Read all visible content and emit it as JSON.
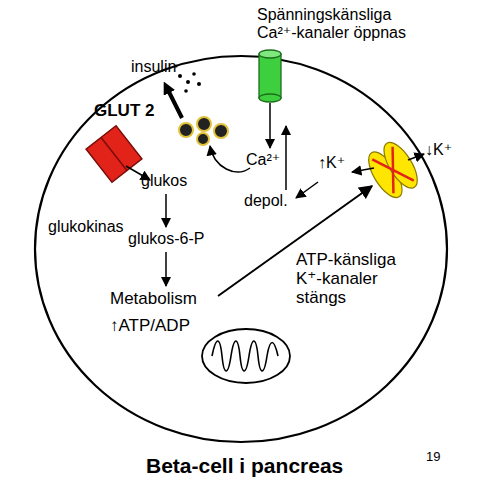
{
  "diagram": {
    "caption": "Beta-cell i pancreas",
    "labels": [
      "Spänningskänsliga Ca²⁺-kanaler öppnas",
      "insulin",
      "GLUT 2",
      "Ca²⁺",
      "↑K⁺",
      "↓K⁺",
      "glukos",
      "depol.",
      "glukokinas",
      "glukos-6-P",
      "ATP-känsliga K⁺-kanaler stängs",
      "Metabolism",
      "↑ATP/ADP",
      "19"
    ]
  }
}
